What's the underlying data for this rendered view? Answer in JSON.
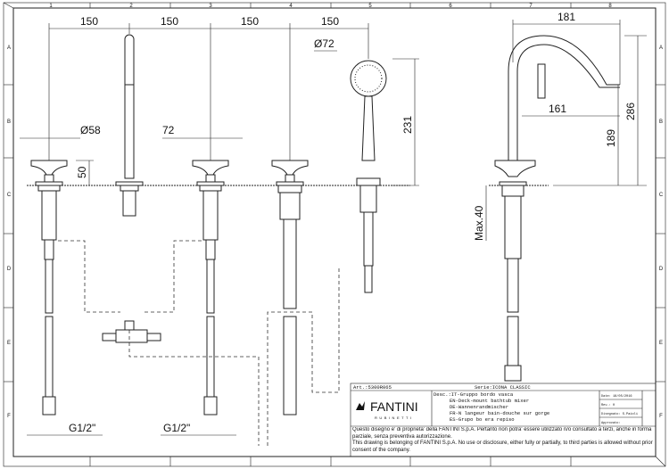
{
  "zones": {
    "columns": [
      "1",
      "2",
      "3",
      "4",
      "5",
      "6",
      "7",
      "8"
    ],
    "rows": [
      "A",
      "B",
      "C",
      "D",
      "E",
      "F"
    ]
  },
  "dimensions": {
    "spacing": [
      "150",
      "150",
      "150",
      "150"
    ],
    "handshower_diameter": "Ø72",
    "handle_diameter": "Ø58",
    "handle_width": "72",
    "handle_height": "50",
    "handshower_height": "231",
    "spout_reach": "181",
    "spout_inner_reach": "161",
    "spout_height": "286",
    "spout_outlet_height": "189",
    "max_deck": "Max.40",
    "connection_left": "G1/2\"",
    "connection_right": "G1/2\""
  },
  "title_block": {
    "article": "Art.:5300R065",
    "series": "Serie:ICONA CLASSIC",
    "brand": "FANTINI",
    "brand_sub": "RUBINETTI",
    "desc": [
      "Desc.:IT-Gruppo bordo vasca",
      "EN-Deck-mount bathtub mixer",
      "DE-Wannenrandmischer",
      "FR-N langeur bain-douche sur gorge",
      "ES-Grupo bo era repiso"
    ],
    "date": "Date:  18/05/2016",
    "rev": "Rev.:  0",
    "drawn": "Disegnato: S.Paioli",
    "approved": "Approvato:",
    "notice": [
      "Questo disegno e' di proprieta' della FANTINI S.p.A. Pertanto non potra' essere utilizzato n/o consultato a terzi, anche in forma parziale, senza preventiva autorizzazione.",
      "This drawing is belonging of FANTINI S.p.A. No use or disclosure, either fully or partially, to third parties is allowed without prior consent of the company."
    ]
  }
}
